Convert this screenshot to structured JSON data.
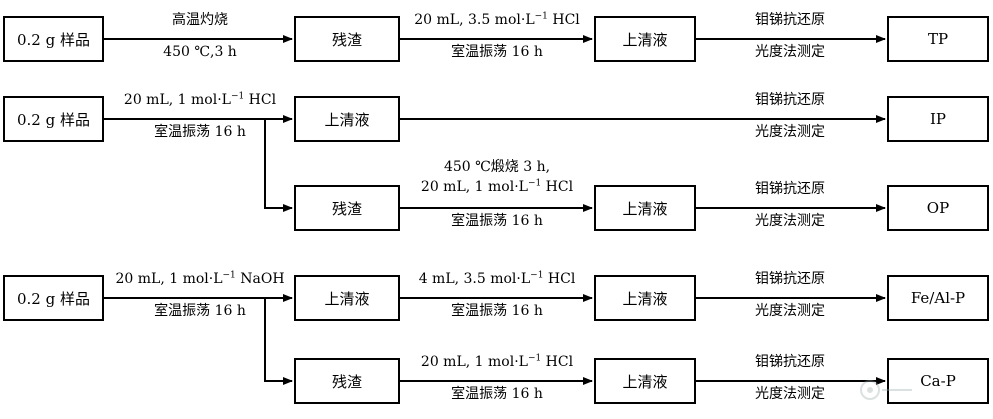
{
  "boxes": {
    "s1": "0.2 g 样品",
    "s2": "0.2 g 样品",
    "s3": "0.2 g 样品",
    "r1_residue": "残渣",
    "r1_supernatant": "上清液",
    "r1_result": "TP",
    "r2_supernatant": "上清液",
    "r2_result": "IP",
    "r3_residue": "残渣",
    "r3_supernatant": "上清液",
    "r3_result": "OP",
    "r4_supernatant_a": "上清液",
    "r4_supernatant_b": "上清液",
    "r4_result": "Fe/Al-P",
    "r5_residue": "残渣",
    "r5_supernatant": "上清液",
    "r5_result": "Ca-P"
  },
  "labels": {
    "a1_top": "高温灼烧",
    "a1_bottom": "450 ℃,3 h",
    "a2_top_main": "20 mL, 3.5 mol·L",
    "a2_top_sup": "−1",
    "a2_top_end": " HCl",
    "a2_bottom": "室温振荡 16 h",
    "a3_top": "钼锑抗还原",
    "a3_bottom": "光度法测定",
    "b1_top_main": "20 mL, 1 mol·L",
    "b1_top_sup": "−1",
    "b1_top_end": " HCl",
    "b1_bottom": "室温振荡 16 h",
    "b2_top": "钼锑抗还原",
    "b2_bottom": "光度法测定",
    "c1_line1": "450 ℃煅烧 3 h,",
    "c1_line2_main": "20 mL, 1 mol·L",
    "c1_line2_sup": "−1",
    "c1_line2_end": " HCl",
    "c1_bottom": "室温振荡 16 h",
    "c2_top": "钼锑抗还原",
    "c2_bottom": "光度法测定",
    "d1_top_main": "20 mL, 1 mol·L",
    "d1_top_sup": "−1",
    "d1_top_end": " NaOH",
    "d1_bottom": "室温振荡 16 h",
    "d2_top_main": "4 mL, 3.5 mol·L",
    "d2_top_sup": "−1",
    "d2_top_end": " HCl",
    "d2_bottom": "室温振荡 16 h",
    "d3_top": "钼锑抗还原",
    "d3_bottom": "光度法测定",
    "e1_top_main": "20 mL, 1 mol·L",
    "e1_top_sup": "−1",
    "e1_top_end": " HCl",
    "e1_bottom": "室温振荡 16 h",
    "e2_top": "钼锑抗还原",
    "e2_bottom": "光度法测定"
  }
}
